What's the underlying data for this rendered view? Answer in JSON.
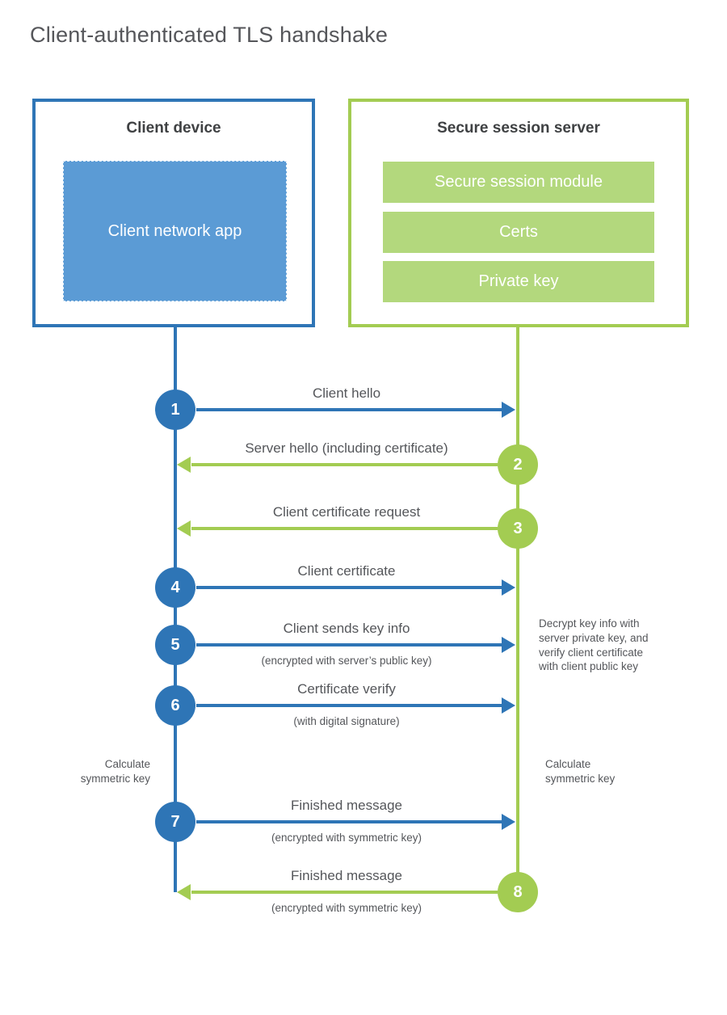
{
  "title": "Client-authenticated TLS handshake",
  "colors": {
    "blue": "#2e75b6",
    "light_blue": "#5b9bd5",
    "green": "#a3cc52",
    "light_green": "#b3d87d",
    "text": "#54565a"
  },
  "client": {
    "title": "Client device",
    "app_label": "Client network app"
  },
  "server": {
    "title": "Secure session server",
    "modules": [
      "Secure session module",
      "Certs",
      "Private key"
    ]
  },
  "steps": [
    {
      "num": "1",
      "direction": "right",
      "color": "blue",
      "label": "Client hello",
      "sub": ""
    },
    {
      "num": "2",
      "direction": "left",
      "color": "green",
      "label": "Server hello (including certificate)",
      "sub": ""
    },
    {
      "num": "3",
      "direction": "left",
      "color": "green",
      "label": "Client certificate request",
      "sub": ""
    },
    {
      "num": "4",
      "direction": "right",
      "color": "blue",
      "label": "Client certificate",
      "sub": ""
    },
    {
      "num": "5",
      "direction": "right",
      "color": "blue",
      "label": "Client sends key info",
      "sub": "(encrypted with server’s public key)"
    },
    {
      "num": "6",
      "direction": "right",
      "color": "blue",
      "label": "Certificate verify",
      "sub": "(with digital signature)"
    },
    {
      "num": "7",
      "direction": "right",
      "color": "blue",
      "label": "Finished message",
      "sub": "(encrypted with symmetric key)"
    },
    {
      "num": "8",
      "direction": "left",
      "color": "green",
      "label": "Finished message",
      "sub": "(encrypted with symmetric key)"
    }
  ],
  "notes": {
    "decrypt": "Decrypt key info with\nserver private key, and\nverify client certificate\nwith client public key",
    "calc_left": "Calculate\nsymmetric key",
    "calc_right": "Calculate\nsymmetric key"
  }
}
